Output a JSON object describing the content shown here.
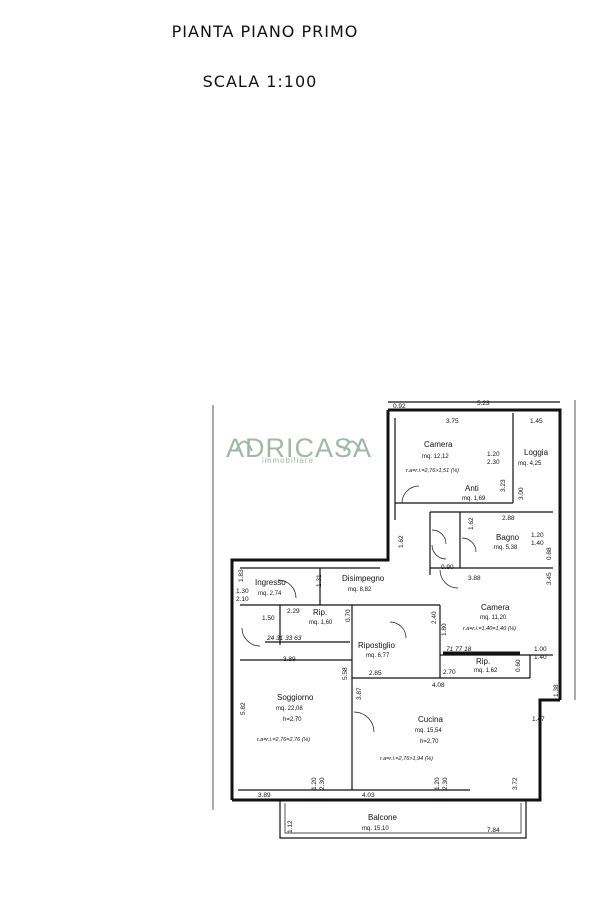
{
  "header": {
    "title": "PIANTA PIANO PRIMO",
    "scale": "SCALA 1:100"
  },
  "logo": {
    "name": "ADRICASA",
    "tagline": "immobiliare",
    "color": "#9fb9a8"
  },
  "rooms": {
    "camera1": {
      "name": "Camera",
      "area": "mq. 12,12",
      "note": "r.a=r.i.=2,76>1,51 (⅛)"
    },
    "loggia": {
      "name": "Loggia",
      "area": "mq. 4,25"
    },
    "anti": {
      "name": "Anti",
      "area": "mq. 1,69"
    },
    "bagno": {
      "name": "Bagno",
      "area": "mq. 5,38"
    },
    "ingresso": {
      "name": "Ingresso",
      "area": "mq. 2,74"
    },
    "disimpegno": {
      "name": "Disimpegno",
      "area": "mq. 8,82"
    },
    "rip1": {
      "name": "Rip.",
      "area": "mq. 1,60"
    },
    "ripostiglio": {
      "name": "Ripostiglio",
      "area": "mq. 6,77"
    },
    "camera2": {
      "name": "Camera",
      "area": "mq. 11,20",
      "note": "r.a=r.i.=1,40=1,40 (⅛)"
    },
    "rip2": {
      "name": "Rip.",
      "area": "mq. 1,62"
    },
    "soggiorno": {
      "name": "Soggiorno",
      "area": "mq. 22,08",
      "height": "h=2,70",
      "note": "r.a=r.i.=2,76=2,76 (⅛)"
    },
    "cucina": {
      "name": "Cucina",
      "area": "mq. 15,54",
      "height": "h=2,70",
      "note": "r.a=r.i.=2,76>1,94 (⅛)"
    },
    "balcone": {
      "name": "Balcone",
      "area": "mq. 15,10"
    }
  },
  "dimensions": {
    "d_092": "0.92",
    "d_523": "5.23",
    "d_375": "3.75",
    "d_145": "1.45",
    "d_120a": "1.20",
    "d_230a": "2.30",
    "d_323": "3.23",
    "d_300": "3.00",
    "d_288": "2.88",
    "d_162a": "1.62",
    "d_162b": "1.62",
    "d_120b": "1.20",
    "d_140a": "1.40",
    "d_088": "0.88",
    "d_090": "0.90",
    "d_388": "3.88",
    "d_345": "3.45",
    "d_183": "1.83",
    "d_130": "1.30",
    "d_210": "2.10",
    "d_131": "1.31",
    "d_229": "2.29",
    "d_070": "0.70",
    "d_150": "1.50",
    "d_240": "2.40",
    "d_180": "1.80",
    "d_100": "1.00",
    "d_140b": "1.40",
    "d_060": "0.60",
    "d_270": "2.70",
    "d_389a": "3.89",
    "d_285": "2.85",
    "d_558": "5.58",
    "d_408": "4.08",
    "d_138": "1.38",
    "d_147": "1.47",
    "d_582": "5.82",
    "d_387": "3.87",
    "d_372": "3.72",
    "d_389b": "3.89",
    "d_120c": "1.20",
    "d_230b": "2.30",
    "d_403": "4.03",
    "d_120d": "1.20",
    "d_230c": "2.30",
    "d_112": "1.12",
    "d_784": "7.84"
  },
  "handwritten": {
    "row1": "24  31  33  63",
    "row2": "71   77   18"
  }
}
